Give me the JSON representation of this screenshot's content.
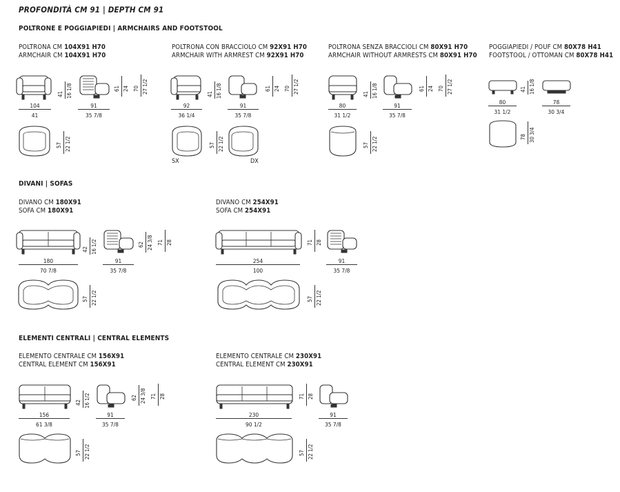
{
  "header": {
    "title": "PROFONDITÀ CM 91  |  DEPTH CM 91"
  },
  "sections": {
    "armchairs": "POLTRONE E POGGIAPIEDI | ARMCHAIRS AND FOOTSTOOL",
    "sofas": "DIVANI | SOFAS",
    "central": "ELEMENTI CENTRALI | CENTRAL ELEMENTS"
  },
  "items": {
    "armchair": {
      "it": "POLTRONA CM ",
      "it_dim": "104X91 H70",
      "en": "ARMCHAIR CM ",
      "en_dim": "104X91 H70",
      "front_cm": "104",
      "front_in": "41",
      "side_cm": "91",
      "side_in": "35 7/8",
      "h_seat_cm": "41",
      "h_seat_in": "16 1/8",
      "h_arm_cm": "61",
      "h_arm_in": "24",
      "h_total_cm": "70",
      "h_total_in": "27 1/2",
      "h_top_cm": "57",
      "h_top_in": "22 1/2"
    },
    "armchair_armrest": {
      "it": "POLTRONA CON BRACCIOLO CM ",
      "it_dim": "92X91 H70",
      "en": "ARMCHAIR WITH ARMREST CM ",
      "en_dim": "92X91 H70",
      "front_cm": "92",
      "front_in": "36 1/4",
      "side_cm": "91",
      "side_in": "35 7/8",
      "h_seat_cm": "41",
      "h_seat_in": "16 1/8",
      "h_arm_cm": "61",
      "h_arm_in": "24",
      "h_total_cm": "70",
      "h_total_in": "27 1/2",
      "h_top_cm": "57",
      "h_top_in": "22 1/2",
      "sx": "SX",
      "dx": "DX"
    },
    "armchair_noarm": {
      "it": "POLTRONA SENZA BRACCIOLI CM ",
      "it_dim": "80X91 H70",
      "en": "ARMCHAIR WITHOUT ARMRESTS CM ",
      "en_dim": "80X91 H70",
      "front_cm": "80",
      "front_in": "31 1/2",
      "side_cm": "91",
      "side_in": "35 7/8",
      "h_seat_cm": "41",
      "h_seat_in": "16 1/8",
      "h_arm_cm": "61",
      "h_arm_in": "24",
      "h_total_cm": "70",
      "h_total_in": "27 1/2",
      "h_top_cm": "57",
      "h_top_in": "22 1/2"
    },
    "footstool": {
      "it": "POGGIAPIEDI / POUF CM ",
      "it_dim": "80X78 H41",
      "en": "FOOTSTOOL / OTTOMAN CM ",
      "en_dim": "80X78 H41",
      "front_cm": "80",
      "front_in": "31 1/2",
      "side_cm": "78",
      "side_in": "30 3/4",
      "h_cm": "41",
      "h_in": "16 1/8",
      "top_cm": "78",
      "top_in": "30 3/4"
    },
    "sofa180": {
      "it": "DIVANO CM ",
      "it_dim": "180X91",
      "en": "SOFA CM ",
      "en_dim": "180X91",
      "front_cm": "180",
      "front_in": "70 7/8",
      "side_cm": "91",
      "side_in": "35 7/8",
      "h_seat_cm": "42",
      "h_seat_in": "16 1/2",
      "h_arm_cm": "62",
      "h_arm_in": "24 3/8",
      "h_total_cm": "71",
      "h_total_in": "28",
      "h_top_cm": "57",
      "h_top_in": "22 1/2"
    },
    "sofa254": {
      "it": "DIVANO CM ",
      "it_dim": "254X91",
      "en": "SOFA CM ",
      "en_dim": "254X91",
      "front_cm": "254",
      "front_in": "100",
      "side_cm": "91",
      "side_in": "35 7/8",
      "h_total_cm": "71",
      "h_total_in": "28",
      "h_top_cm": "57",
      "h_top_in": "22 1/2"
    },
    "central156": {
      "it": "ELEMENTO CENTRALE CM ",
      "it_dim": "156X91",
      "en": "CENTRAL ELEMENT CM ",
      "en_dim": "156X91",
      "front_cm": "156",
      "front_in": "61 3/8",
      "side_cm": "91",
      "side_in": "35 7/8",
      "h_seat_cm": "42",
      "h_seat_in": "16 1/2",
      "h_arm_cm": "62",
      "h_arm_in": "24 3/8",
      "h_total_cm": "71",
      "h_total_in": "28",
      "h_top_cm": "57",
      "h_top_in": "22 1/2"
    },
    "central230": {
      "it": "ELEMENTO CENTRALE CM ",
      "it_dim": "230X91",
      "en": "CENTRAL ELEMENT CM ",
      "en_dim": "230X91",
      "front_cm": "230",
      "front_in": "90 1/2",
      "side_cm": "91",
      "side_in": "35 7/8",
      "h_total_cm": "71",
      "h_total_in": "28",
      "h_top_cm": "57",
      "h_top_in": "22 1/2"
    }
  }
}
